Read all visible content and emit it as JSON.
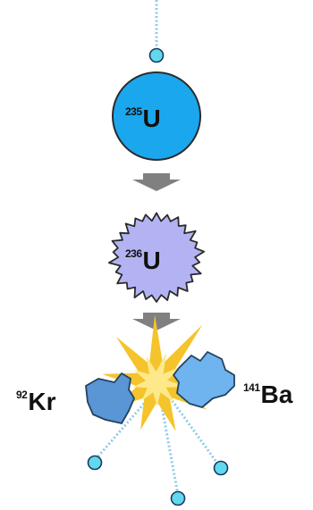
{
  "colors": {
    "neutron_fill": "#62d8ee",
    "neutron_stroke": "#1a3a5e",
    "neutron_path": "#8fcbe8",
    "u235_fill": "#1aa7ee",
    "u236_fill": "#b3b3f4",
    "kr_fill": "#5a95d5",
    "ba_fill": "#6fb3ef",
    "fragment_stroke": "#23415f",
    "arrow": "#808080",
    "burst_outer": "#f5c32c",
    "burst_inner": "#fde98a"
  },
  "nuclei": {
    "u235": {
      "mass_number": "235",
      "symbol": "U"
    },
    "u236": {
      "mass_number": "236",
      "symbol": "U"
    },
    "kr92": {
      "mass_number": "92",
      "symbol": "Kr"
    },
    "ba141": {
      "mass_number": "141",
      "symbol": "Ba"
    }
  },
  "icons": {
    "arrows": [
      "down-arrow-icon",
      "down-arrow-icon"
    ],
    "neutrons": [
      "incoming-neutron",
      "released-neutron",
      "released-neutron",
      "released-neutron"
    ]
  }
}
